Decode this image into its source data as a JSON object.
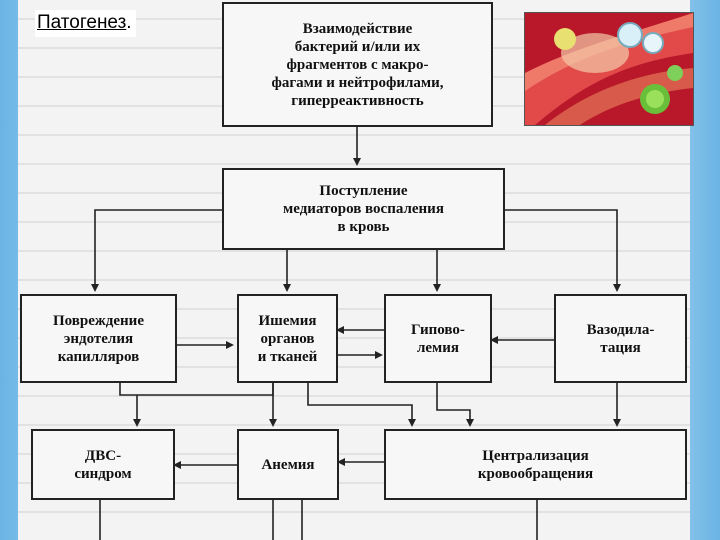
{
  "slide": {
    "title": "Патогенез",
    "title_punct": "."
  },
  "diagram": {
    "nodes": {
      "interaction": "Взаимодействие\nбактерий и/или их\nфрагментов с макро-\nфагами и нейтрофилами,\nгиперреактивность",
      "mediators": "Поступление\nмедиаторов воспаления\nв кровь",
      "endothelium": "Повреждение\nэндотелия\nкапилляров",
      "ischemia": "Ишемия\nорганов\nи тканей",
      "hypovolemia": "Гипово-\nлемия",
      "vasodilation": "Вазодила-\nтация",
      "dic": "ДВС-\nсиндром",
      "anemia": "Анемия",
      "centralization": "Централизация\nкровообращения"
    }
  }
}
